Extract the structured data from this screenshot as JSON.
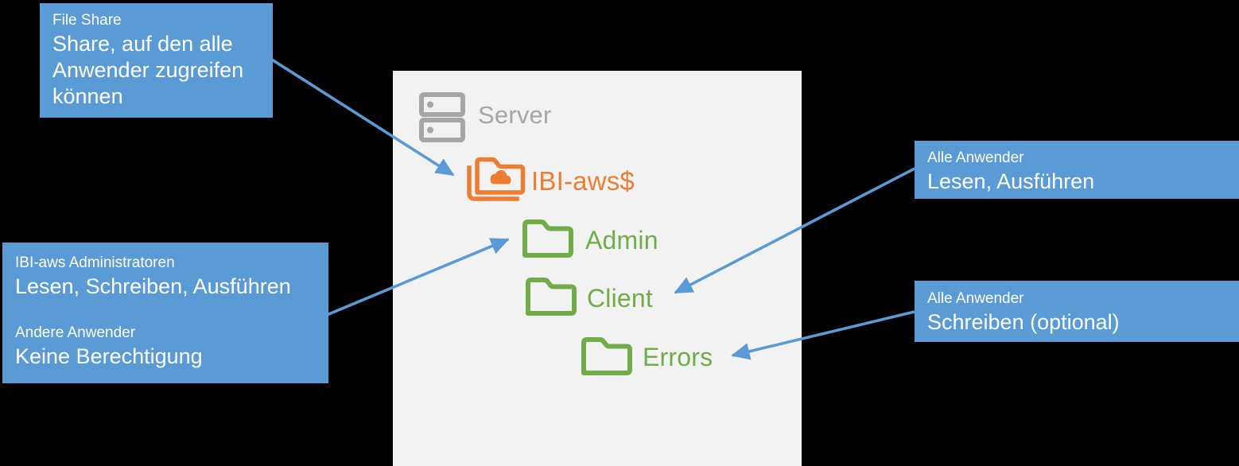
{
  "colors": {
    "background": "#000000",
    "panel_background": "#F2F2F2",
    "callout_blue": "#5B9BD5",
    "arrow_blue": "#5B9BD5",
    "share_orange": "#ED7D31",
    "folder_green": "#70AD47",
    "server_gray": "#A6A6A6",
    "callout_text": "#FFFFFF"
  },
  "server_panel": {
    "server_label": "Server",
    "share_folder_label": "IBI-aws$",
    "folders": [
      {
        "label": "Admin",
        "indent_level": 1
      },
      {
        "label": "Client",
        "indent_level": 1
      },
      {
        "label": "Errors",
        "indent_level": 2
      }
    ]
  },
  "callouts": [
    {
      "name": "file-share",
      "title": "File Share",
      "body": "Share, auf den alle\nAnwender zugreifen\nkönnen",
      "points_to": "IBI-aws$"
    },
    {
      "name": "admin-permissions",
      "sections": [
        {
          "title": "IBI-aws Administratoren",
          "body": "Lesen, Schreiben, Ausführen"
        },
        {
          "title": "Andere Anwender",
          "body": "Keine Berechtigung"
        }
      ],
      "points_to": "Admin"
    },
    {
      "name": "all-users-read",
      "title": "Alle Anwender",
      "body": "Lesen, Ausführen",
      "points_to": "Client"
    },
    {
      "name": "all-users-write",
      "title": "Alle Anwender",
      "body": "Schreiben (optional)",
      "points_to": "Errors"
    }
  ]
}
